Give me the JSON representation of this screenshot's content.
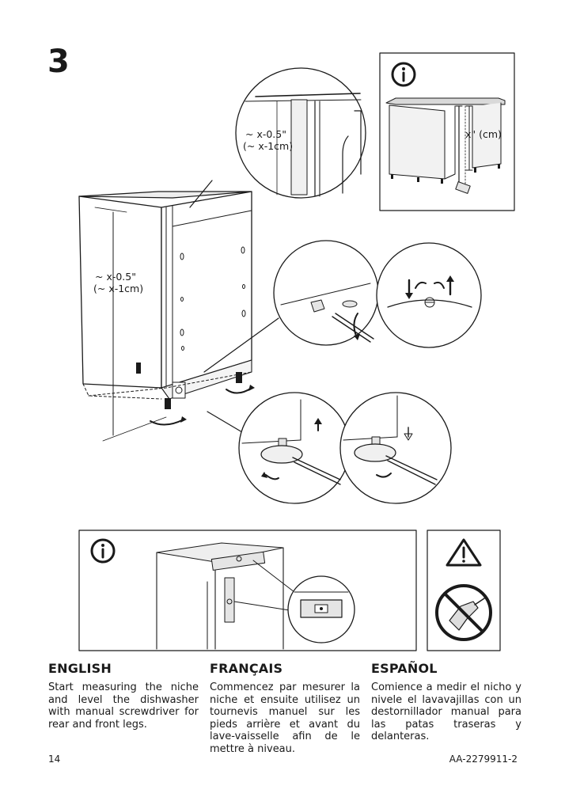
{
  "step": {
    "number": "3"
  },
  "labels": {
    "side_height": [
      "~ x-0.5\"",
      "(~ x-1cm)"
    ],
    "top_gap": [
      "~ x-0.5\"",
      "(~ x-1cm)"
    ],
    "niche_height": "x\" (cm)"
  },
  "icons": {
    "info_top": "info-icon",
    "info_bottom": "info-icon",
    "warning": "warning-triangle-icon",
    "prohibited": "no-power-drill-icon"
  },
  "sections": [
    {
      "heading": "ENGLISH",
      "text": "Start measuring the niche and level the dishwasher with manual screwdriver for rear and front legs."
    },
    {
      "heading": "FRANÇAIS",
      "text": "Commencez par mesurer la niche et ensuite utilisez un tournevis manuel sur les pieds arrière et avant du lave-vaisselle afin de le mettre à niveau."
    },
    {
      "heading": "ESPAÑOL",
      "text": "Comience a medir el nicho y nivele el lavavajillas con un destornillador manual para las patas traseras y delanteras."
    }
  ],
  "footer": {
    "page_number": "14",
    "doc_code": "AA-2279911-2"
  }
}
